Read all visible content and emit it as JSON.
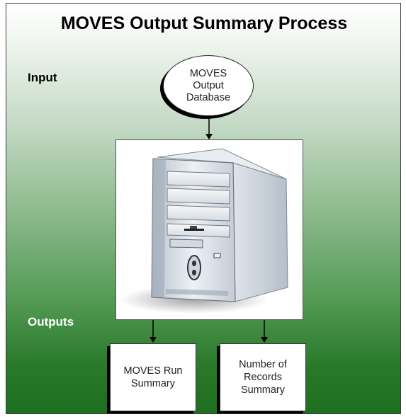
{
  "title": "MOVES Output Summary Process",
  "labels": {
    "input": "Input",
    "outputs": "Outputs"
  },
  "input_node": {
    "line1": "MOVES",
    "line2": "Output",
    "line3": "Database"
  },
  "process_node": {
    "icon": "desktop-tower-computer-icon"
  },
  "output_nodes": [
    {
      "line1": "MOVES Run",
      "line2": "Summary"
    },
    {
      "line1": "Number of",
      "line2": "Records",
      "line3": "Summary"
    }
  ],
  "colors": {
    "gradient_top": "#ffffff",
    "gradient_bottom": "#1e6e1f",
    "box_fill": "#ffffff",
    "shadow": "#000000"
  }
}
